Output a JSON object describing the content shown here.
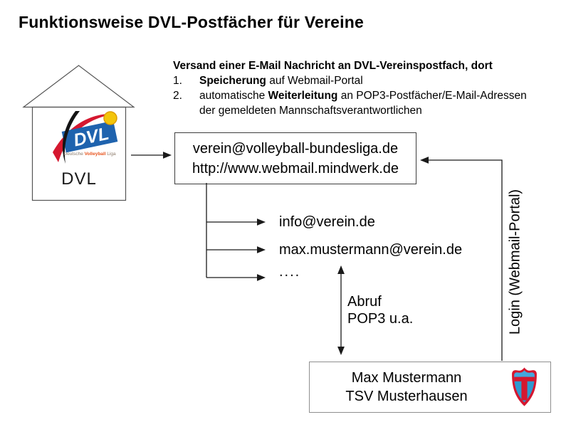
{
  "title": "Funktionsweise DVL-Postfächer für Vereine",
  "house": {
    "label": "DVL",
    "logo": {
      "text": "DVL",
      "subtext_word1": "Deutsche",
      "subtext_word2": "Volleyball",
      "subtext_word3": "Liga"
    }
  },
  "intro": {
    "heading": "Versand einer E-Mail Nachricht an DVL-Vereinspostfach, dort",
    "items": [
      {
        "num": "1.",
        "pre": "",
        "bold": "Speicherung",
        "rest": " auf Webmail-Portal",
        "line2": ""
      },
      {
        "num": "2.",
        "pre": "automatische ",
        "bold": "Weiterleitung",
        "rest": " an POP3-Postfächer/E-Mail-Adressen",
        "line2": "der gemeldeten Mannschaftsverantwortlichen"
      }
    ]
  },
  "mailbox_box": {
    "line1": "verein@volleyball-bundesliga.de",
    "line2": "http://www.webmail.mindwerk.de"
  },
  "recipients": [
    "info@verein.de",
    "max.mustermann@verein.de",
    "...."
  ],
  "abruf_label": {
    "line1": "Abruf",
    "line2": "POP3 u.a."
  },
  "login_label": "Login (Webmail-Portal)",
  "person_box": {
    "line1": "Max Mustermann",
    "line2": "TSV Musterhausen"
  },
  "colors": {
    "logo_blue": "#1f63ae",
    "logo_red": "#d5172f",
    "logo_yellow": "#f3c50a",
    "logo_subtext_gray": "#8c7b6b",
    "logo_subtext_orange": "#e8541d",
    "crest_red": "#d5172f",
    "crest_blue": "#2e9ad0",
    "crest_light_blue": "#45a7dd",
    "line_color": "#1a1a1a"
  }
}
